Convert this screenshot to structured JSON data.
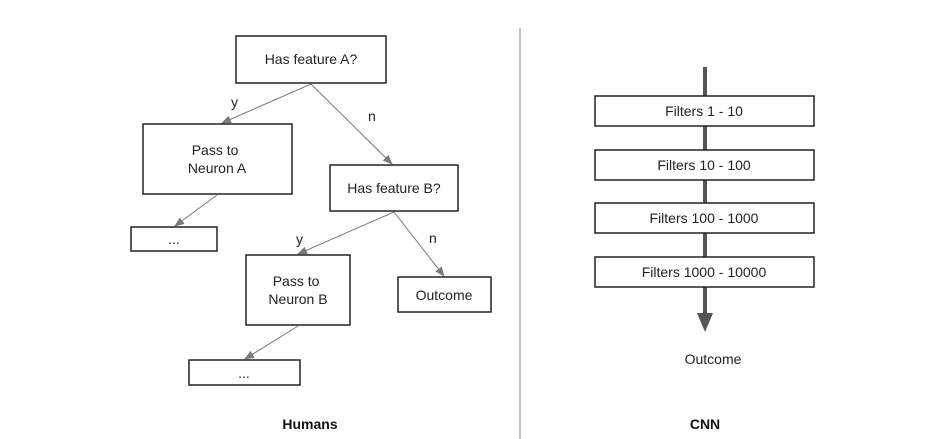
{
  "humans": {
    "caption": "Humans",
    "nodes": {
      "feature_a": [
        "Has feature A?"
      ],
      "neuron_a": [
        "Pass to",
        "Neuron A"
      ],
      "ellipsis_a": [
        "..."
      ],
      "feature_b": [
        "Has feature B?"
      ],
      "neuron_b": [
        "Pass to",
        "Neuron B"
      ],
      "outcome": [
        "Outcome"
      ],
      "ellipsis_b": [
        "..."
      ]
    },
    "edge_labels": {
      "a_yes": "y",
      "a_no": "n",
      "b_yes": "y",
      "b_no": "n"
    }
  },
  "cnn": {
    "caption": "CNN",
    "filters": [
      "Filters 1 - 10",
      "Filters 10 - 100",
      "Filters 100 - 1000",
      "Filters 1000 - 10000"
    ],
    "outcome": "Outcome"
  },
  "colors": {
    "box_stroke": "#222222",
    "edge": "#7a7a7a",
    "cnn_arrow": "#555555",
    "divider": "#9a9a9a"
  }
}
